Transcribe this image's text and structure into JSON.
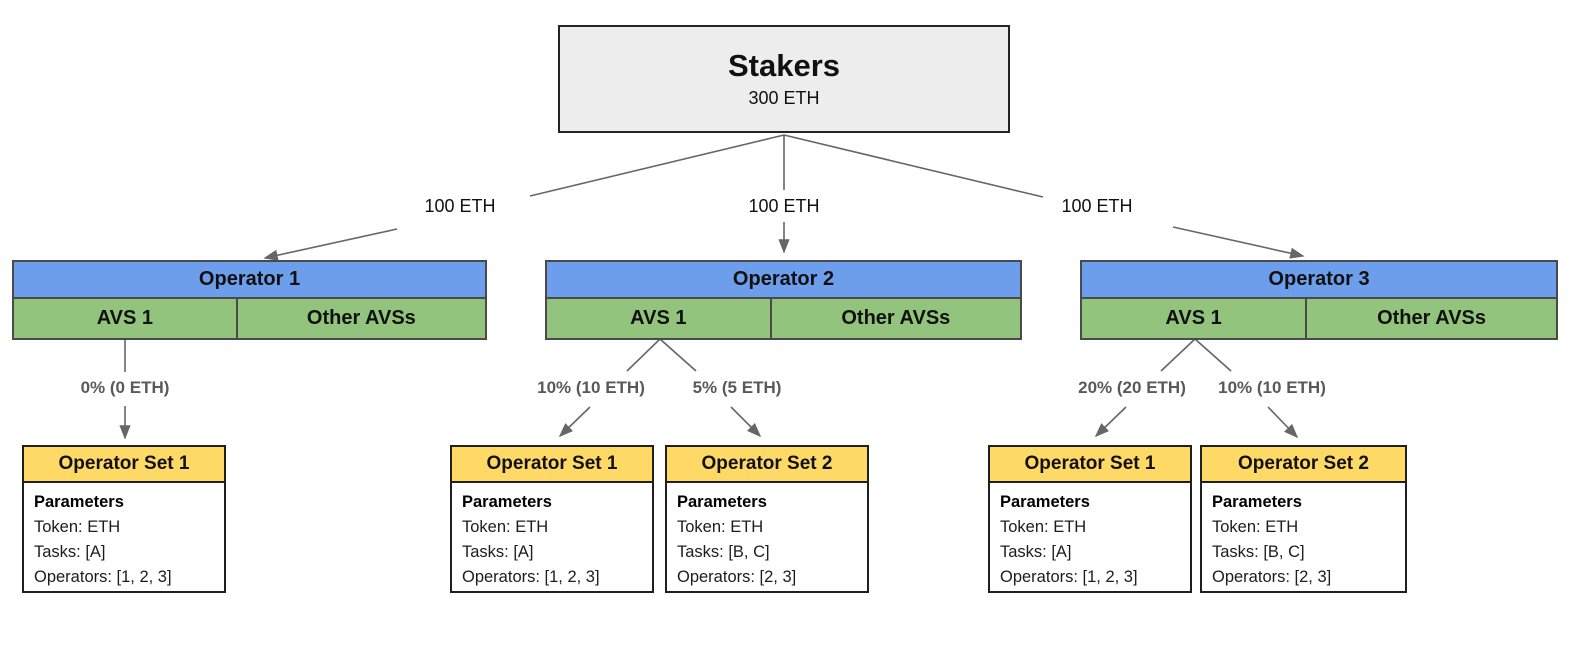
{
  "stakers_box": {
    "title": "Stakers",
    "amount": "300 ETH"
  },
  "delegations": [
    {
      "label": "100 ETH"
    },
    {
      "label": "100 ETH"
    },
    {
      "label": "100 ETH"
    }
  ],
  "operators": [
    {
      "name": "Operator 1",
      "avs_label": "AVS 1",
      "other_avs_label": "Other AVSs",
      "allocations": [
        {
          "label": "0% (0 ETH)"
        }
      ],
      "operator_sets": [
        {
          "title": "Operator Set 1",
          "params_header": "Parameters",
          "token": "Token: ETH",
          "tasks": "Tasks: [A]",
          "operators": "Operators: [1, 2, 3]"
        }
      ]
    },
    {
      "name": "Operator 2",
      "avs_label": "AVS 1",
      "other_avs_label": "Other AVSs",
      "allocations": [
        {
          "label": "10% (10 ETH)"
        },
        {
          "label": "5% (5 ETH)"
        }
      ],
      "operator_sets": [
        {
          "title": "Operator Set 1",
          "params_header": "Parameters",
          "token": "Token: ETH",
          "tasks": "Tasks: [A]",
          "operators": "Operators: [1, 2, 3]"
        },
        {
          "title": "Operator Set 2",
          "params_header": "Parameters",
          "token": "Token: ETH",
          "tasks": "Tasks: [B, C]",
          "operators": "Operators: [2, 3]"
        }
      ]
    },
    {
      "name": "Operator 3",
      "avs_label": "AVS 1",
      "other_avs_label": "Other AVSs",
      "allocations": [
        {
          "label": "20% (20 ETH)"
        },
        {
          "label": "10% (10 ETH)"
        }
      ],
      "operator_sets": [
        {
          "title": "Operator Set 1",
          "params_header": "Parameters",
          "token": "Token: ETH",
          "tasks": "Tasks: [A]",
          "operators": "Operators: [1, 2, 3]"
        },
        {
          "title": "Operator Set 2",
          "params_header": "Parameters",
          "token": "Token: ETH",
          "tasks": "Tasks: [B, C]",
          "operators": "Operators: [2, 3]"
        }
      ]
    }
  ],
  "colors": {
    "operator_header": "#6d9eeb",
    "avs_row": "#93c47d",
    "operator_set_header": "#ffd966",
    "stakers_fill": "#ededed",
    "connector": "#666666",
    "allocation_label": "#595959"
  }
}
